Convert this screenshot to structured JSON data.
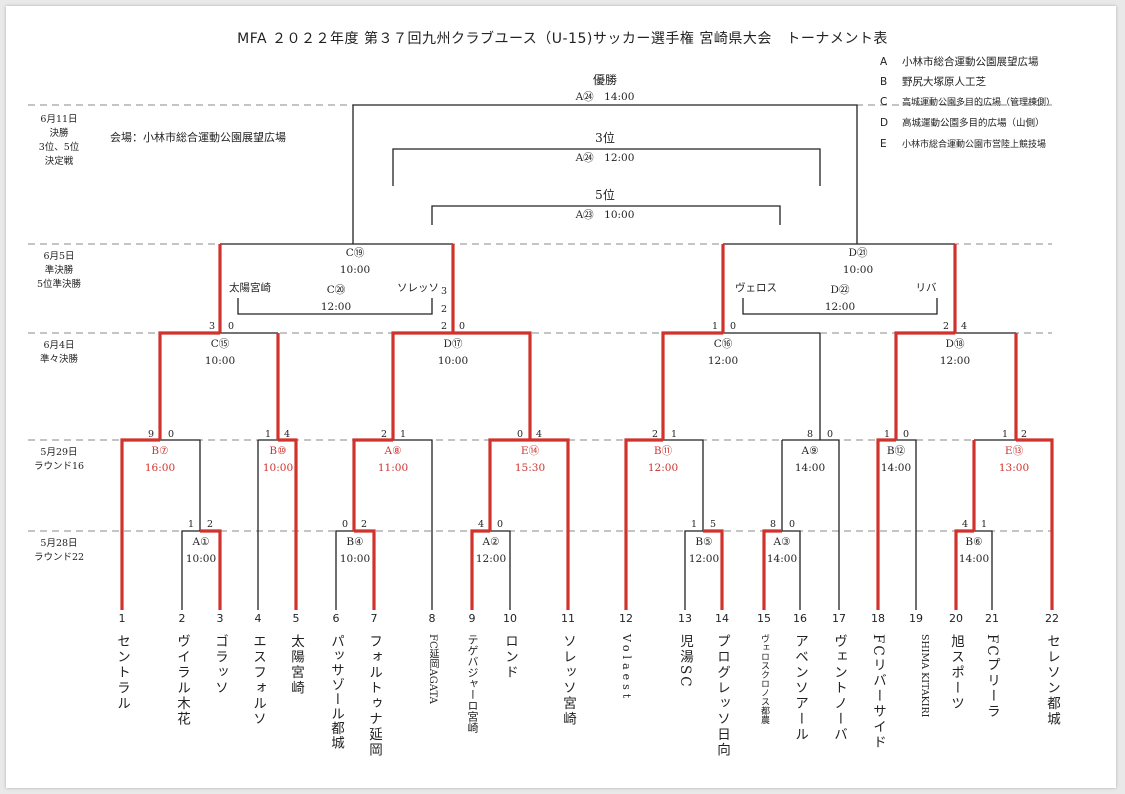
{
  "title": "MFA ２０２２年度 第３７回九州クラブユース（U-15)サッカー選手権 宮崎県大会　トーナメント表",
  "venues": [
    {
      "code": "A",
      "name": "小林市総合運動公園展望広場"
    },
    {
      "code": "B",
      "name": "野尻大塚原人工芝"
    },
    {
      "code": "C",
      "name": "高城運動公園多目的広場（管理棟側）"
    },
    {
      "code": "D",
      "name": "高城運動公園多目的広場（山側）"
    },
    {
      "code": "E",
      "name": "小林市総合運動公園市営陸上競技場"
    }
  ],
  "rounds": [
    {
      "l1": "6月11日",
      "l2": "決勝",
      "l3": "3位、5位",
      "l4": "決定戦"
    },
    {
      "l1": "6月5日",
      "l2": "準決勝",
      "l3": "5位準決勝",
      "l4": ""
    },
    {
      "l1": "6月4日",
      "l2": "準々決勝",
      "l3": "",
      "l4": ""
    },
    {
      "l1": "5月29日",
      "l2": "ラウンド16",
      "l3": "",
      "l4": ""
    },
    {
      "l1": "5月28日",
      "l2": "ラウンド22",
      "l3": "",
      "l4": ""
    }
  ],
  "finals_venue": "会場：小林市総合運動公園展望広場",
  "finals": {
    "champion": {
      "title": "優勝",
      "match": "A㉔　14:00"
    },
    "third": {
      "title": "3位",
      "match": "A㉔　12:00"
    },
    "fifth": {
      "title": "5位",
      "match": "A㉓　10:00"
    }
  },
  "semis": {
    "left": {
      "match": "C⑲",
      "time": "10:00"
    },
    "right": {
      "match": "D㉑",
      "time": "10:00"
    },
    "left5": {
      "team_a": "太陽宮崎",
      "match": "C⑳",
      "team_b": "ソレッソ",
      "time": "12:00"
    },
    "right5": {
      "team_a": "ヴェロス",
      "match": "D㉒",
      "team_b": "リバ",
      "time": "12:00"
    }
  },
  "quarters": [
    {
      "match": "C⑮",
      "time": "10:00"
    },
    {
      "match": "D⑰",
      "time": "10:00"
    },
    {
      "match": "C⑯",
      "time": "12:00"
    },
    {
      "match": "D⑱",
      "time": "12:00"
    }
  ],
  "r16": [
    {
      "match": "B⑦",
      "time": "16:00",
      "red": true
    },
    {
      "match": "B⑩",
      "time": "10:00",
      "red": true
    },
    {
      "match": "A⑧",
      "time": "11:00",
      "red": true
    },
    {
      "match": "E⑭",
      "time": "15:30",
      "red": true
    },
    {
      "match": "B⑪",
      "time": "12:00",
      "red": true
    },
    {
      "match": "A⑨",
      "time": "14:00",
      "red": false
    },
    {
      "match": "B⑫",
      "time": "14:00",
      "red": false
    },
    {
      "match": "E⑬",
      "time": "13:00",
      "red": true
    }
  ],
  "r22": [
    {
      "match": "A①",
      "time": "10:00"
    },
    {
      "match": "B④",
      "time": "10:00"
    },
    {
      "match": "A②",
      "time": "12:00"
    },
    {
      "match": "B⑤",
      "time": "12:00"
    },
    {
      "match": "A③",
      "time": "14:00"
    },
    {
      "match": "B⑥",
      "time": "14:00"
    }
  ],
  "scores": {
    "sf": [
      "3",
      "0",
      "2",
      "0",
      "1",
      "0",
      "2",
      "4"
    ],
    "sf5": [
      "2",
      "3"
    ],
    "qf": [
      "9",
      "0",
      "1",
      "4",
      "2",
      "1",
      "0",
      "4",
      "2",
      "1",
      "8",
      "0",
      "1",
      "0",
      "1",
      "2"
    ],
    "r22": [
      "1",
      "2",
      "0",
      "2",
      "4",
      "0",
      "1",
      "5",
      "8",
      "0",
      "4",
      "1"
    ]
  },
  "teams": [
    {
      "no": "1",
      "name": "セントラル"
    },
    {
      "no": "2",
      "name": "ヴイラル木花"
    },
    {
      "no": "3",
      "name": "ゴラッソ"
    },
    {
      "no": "4",
      "name": "エスフォルソ"
    },
    {
      "no": "5",
      "name": "太陽宮崎"
    },
    {
      "no": "6",
      "name": "パッサゾール都城"
    },
    {
      "no": "7",
      "name": "フォルトゥナ延岡"
    },
    {
      "no": "8",
      "name": "FC延岡AGATA"
    },
    {
      "no": "9",
      "name": "テゲバジャーロ宮崎"
    },
    {
      "no": "10",
      "name": "ロンド"
    },
    {
      "no": "11",
      "name": "ソレッソ宮崎"
    },
    {
      "no": "12",
      "name": "Volaest"
    },
    {
      "no": "13",
      "name": "児湯SC"
    },
    {
      "no": "14",
      "name": "プログレッソ日向"
    },
    {
      "no": "15",
      "name": "ヴェロスクロノス都農"
    },
    {
      "no": "16",
      "name": "アベンソアール"
    },
    {
      "no": "17",
      "name": "ヴェントノーバ"
    },
    {
      "no": "18",
      "name": "FCリバーサイド"
    },
    {
      "no": "19",
      "name": "SHIMA KITAKIRI"
    },
    {
      "no": "20",
      "name": "旭スポーツ"
    },
    {
      "no": "21",
      "name": "FCプリーラ"
    },
    {
      "no": "22",
      "name": "セレソン都城"
    }
  ],
  "colors": {
    "winner_line": "#d0322c",
    "line": "#222222",
    "guide": "#888888"
  }
}
